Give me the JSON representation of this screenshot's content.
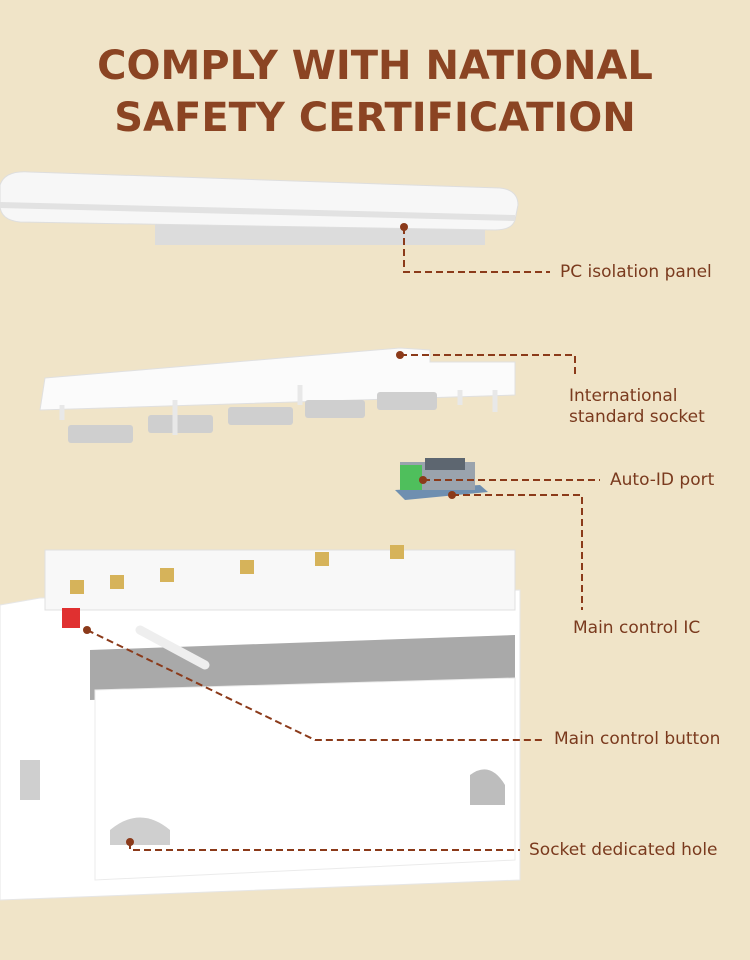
{
  "title": {
    "line1": "COMPLY WITH NATIONAL",
    "line2": "SAFETY CERTIFICATION"
  },
  "labels": {
    "pc_panel": "PC isolation panel",
    "socket_line1": "International",
    "socket_line2": "standard socket",
    "auto_id": "Auto-ID port",
    "main_ic": "Main control IC",
    "main_button": "Main control button",
    "socket_hole": "Socket dedicated hole"
  },
  "colors": {
    "background": "#f0e4c8",
    "accent": "#8b4423",
    "leader": "#8b3a1a"
  }
}
